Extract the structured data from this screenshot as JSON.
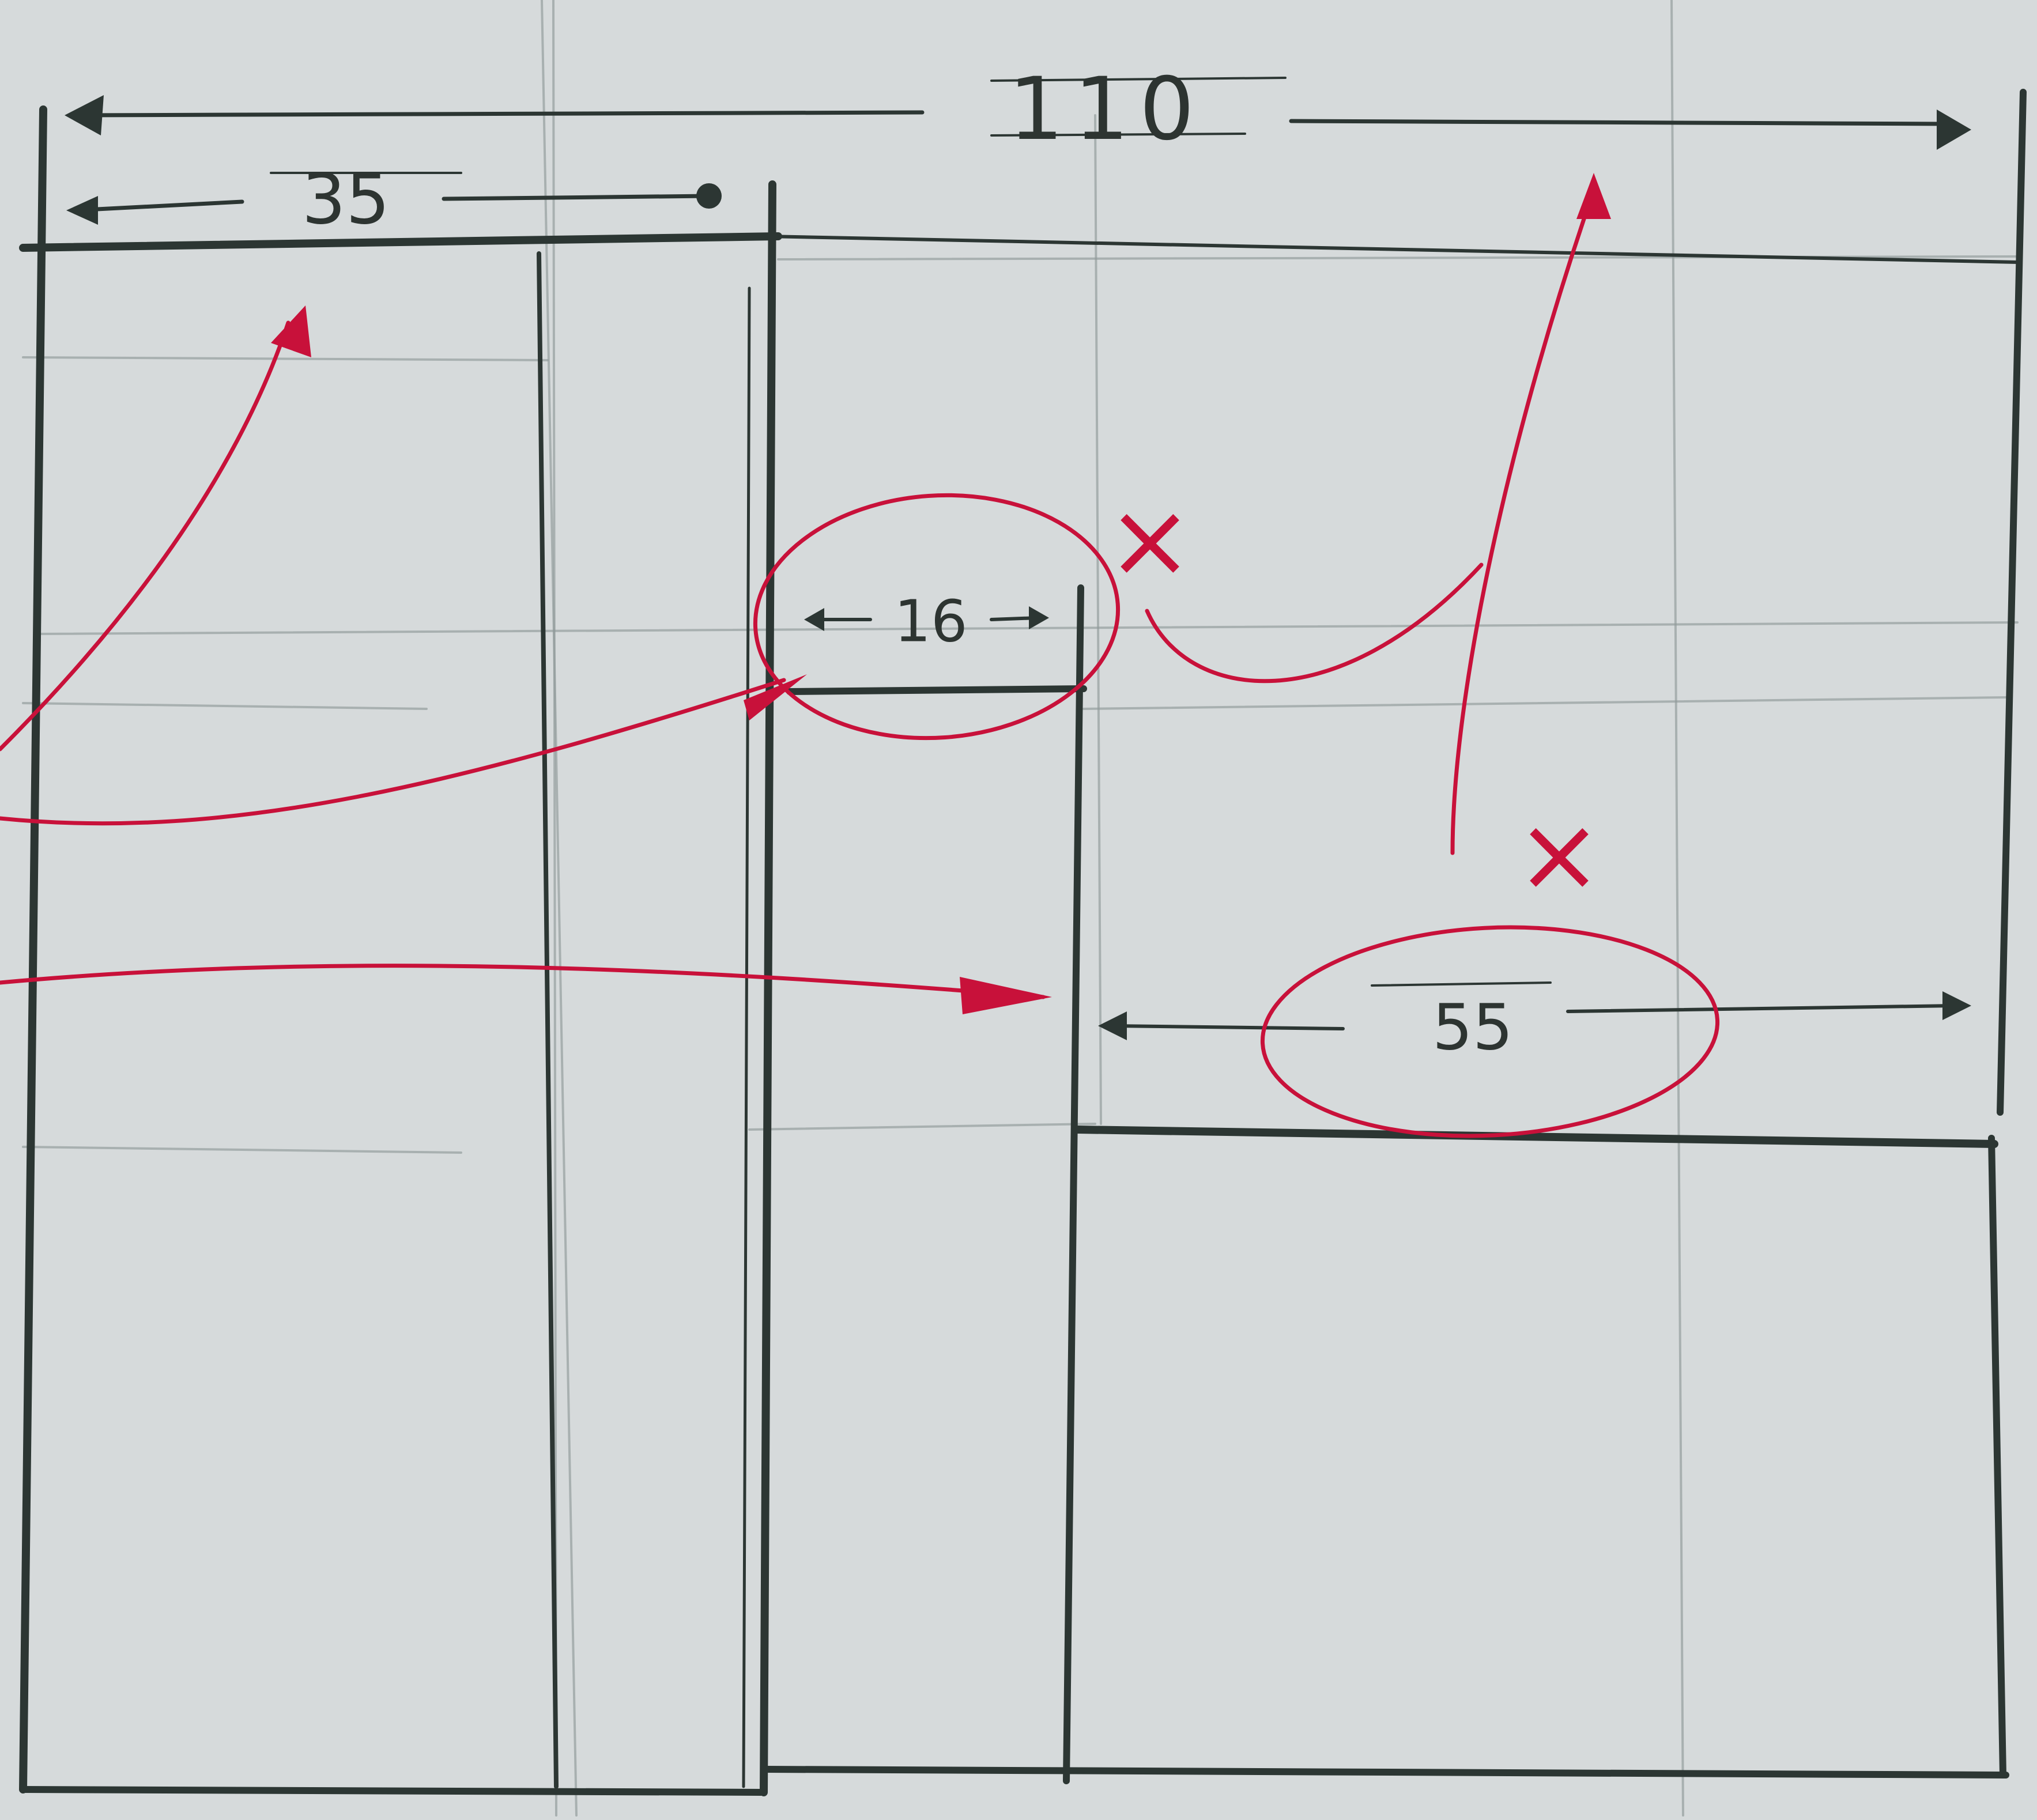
{
  "dimensions": {
    "total_width": "110",
    "left_column": "35",
    "gap": "16",
    "right_block": "55"
  },
  "annotations": {
    "reject_mark_1": "×",
    "reject_mark_2": "×"
  },
  "colors": {
    "paper": "#d6dadb",
    "pencil": "#2c3633",
    "red_pen": "#c8113a"
  }
}
